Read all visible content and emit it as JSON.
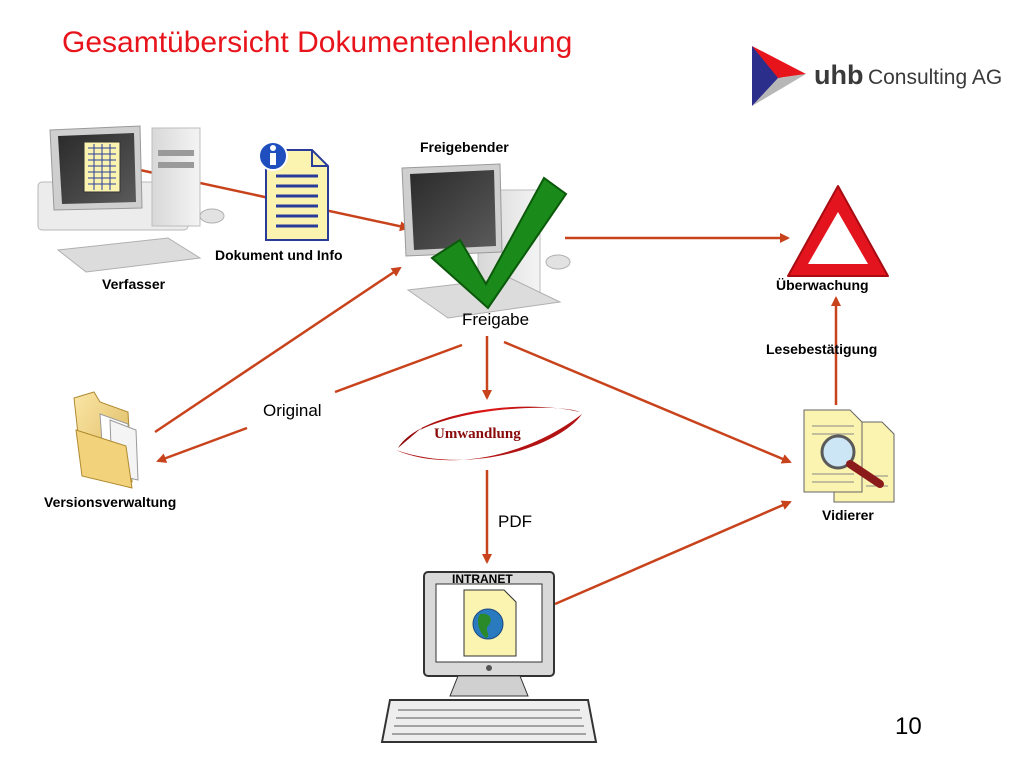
{
  "title": "Gesamtübersicht Dokumentenlenkung",
  "logo": {
    "bold": "uhb",
    "rest": "Consulting AG"
  },
  "nodes": {
    "verfasser": "Verfasser",
    "dokument_info": "Dokument und Info",
    "freigebender": "Freigebender",
    "ueberwachung": "Überwachung",
    "versionsverwaltung": "Versionsverwaltung",
    "vidierer": "Vidierer",
    "intranet": "INTRANET",
    "umwandlung": "Umwandlung"
  },
  "edges": {
    "freigabe": "Freigabe",
    "original": "Original",
    "lesebestaetigung": "Lesebestätigung",
    "pdf": "PDF"
  },
  "page_number": "10",
  "colors": {
    "title": "#e8141b",
    "arrow": "#c8431c",
    "check": "#1a8a1a",
    "warning": "#e3141e"
  }
}
